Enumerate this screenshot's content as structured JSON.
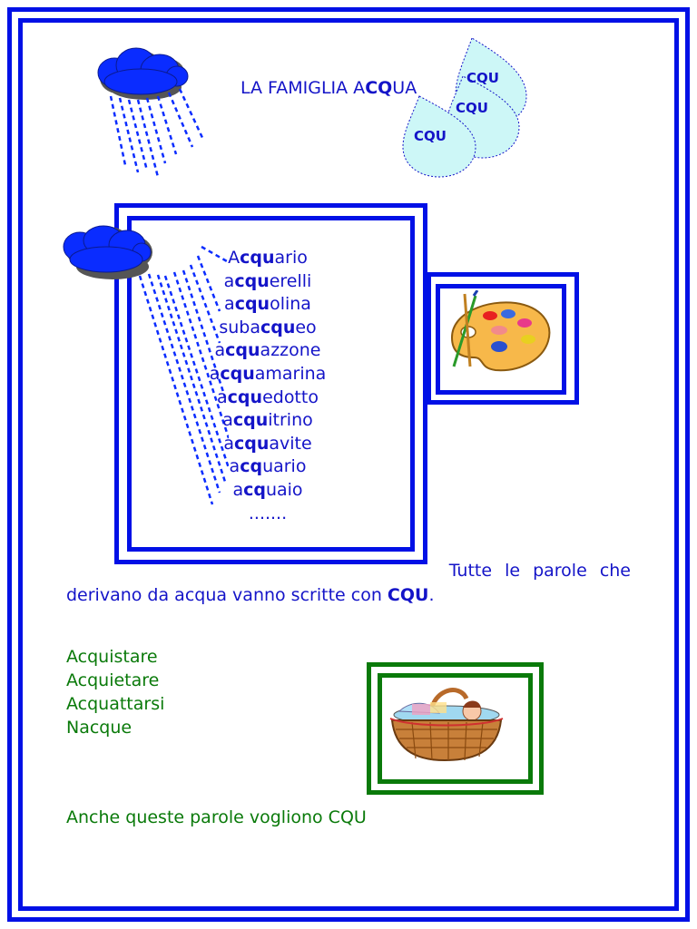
{
  "title": {
    "prefix": "LA FAMIGLIA A",
    "bold": "CQ",
    "suffix": "UA"
  },
  "drops": [
    "CQU",
    "CQU",
    "CQU"
  ],
  "words": [
    {
      "pre": "A",
      "bold": "cqu",
      "post": "ario"
    },
    {
      "pre": "a",
      "bold": "cqu",
      "post": "erelli"
    },
    {
      "pre": "a",
      "bold": "cqu",
      "post": "olina"
    },
    {
      "pre": "suba",
      "bold": "cqu",
      "post": "eo"
    },
    {
      "pre": "a",
      "bold": "cqu",
      "post": "azzone"
    },
    {
      "pre": "a",
      "bold": "cqu",
      "post": "amarina"
    },
    {
      "pre": "a",
      "bold": "cqu",
      "post": "edotto"
    },
    {
      "pre": "a",
      "bold": "cqu",
      "post": "itrino"
    },
    {
      "pre": "a",
      "bold": "cqu",
      "post": "avite"
    },
    {
      "pre": "a",
      "bold": "cq",
      "post": "uario"
    },
    {
      "pre": "a",
      "bold": "cq",
      "post": "uaio"
    }
  ],
  "ellipsis": ".......",
  "rule": {
    "line1": "Tutte le parole che",
    "line2": "derivano da acqua vanno scritte con ",
    "bold": "CQU",
    "end": "."
  },
  "green_words": [
    "Acquistare",
    "Acquietare",
    "Acquattarsi",
    "Nacque"
  ],
  "final_note": "Anche queste parole vogliono CQU",
  "colors": {
    "frame_blue": "#0010e6",
    "text_blue": "#1414c8",
    "text_green": "#0a7a0a",
    "frame_green": "#0a7a0a",
    "cloud_blue": "#0a2cff",
    "drop_fill": "#cdf7f7"
  }
}
